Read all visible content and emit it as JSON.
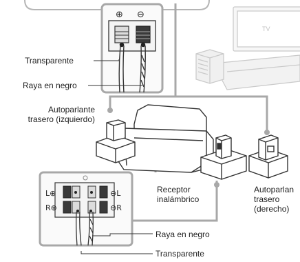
{
  "terminal_top": {
    "plus_symbol": "⊕",
    "minus_symbol": "⊖"
  },
  "labels": {
    "clear_wire_top": "Transparente",
    "black_stripe_top": "Raya en negro",
    "rear_left": [
      "Autoparlante",
      "trasero (izquierdo)"
    ],
    "receiver": [
      "Receptor",
      "inalámbrico"
    ],
    "rear_right": [
      "Autoparlan",
      "trasero",
      "(derecho)"
    ],
    "black_stripe_bottom": "Raya en negro",
    "clear_wire_bottom": "Transparente",
    "tv": "TV"
  },
  "terminal_bottom": {
    "left_plus": "L⊕",
    "right_plus": "R⊕",
    "left_minus": "⊖L",
    "right_minus": "⊖R"
  },
  "colors": {
    "line": "#a8a8a8",
    "stroke": "#333333",
    "box_fill": "#f4f4f4",
    "clip_dark": "#3a3a3a",
    "clip_light": "#dcdcdc"
  }
}
